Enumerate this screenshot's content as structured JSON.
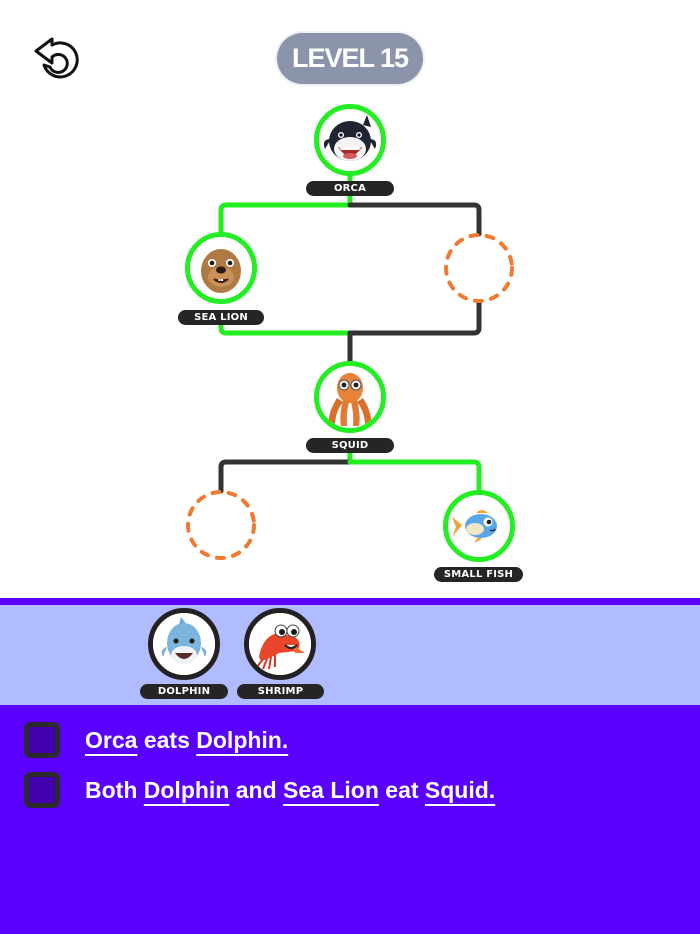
{
  "header": {
    "undo_icon": "undo-arrow-icon",
    "level_label": "LEVEL 15"
  },
  "colors": {
    "connected_line": "#22ee22",
    "unconnected_line": "#333333",
    "empty_slot_dash": "#f07a30",
    "tray_background": "#b0bcff",
    "clue_panel_background": "#5a00ff",
    "level_pill": "#8c94ab"
  },
  "tree": {
    "nodes": [
      {
        "id": "orca",
        "label": "ORCA",
        "state": "placed"
      },
      {
        "id": "sea_lion",
        "label": "SEA LION",
        "state": "placed"
      },
      {
        "id": "empty_top_right",
        "label": "",
        "state": "empty"
      },
      {
        "id": "squid",
        "label": "SQUID",
        "state": "placed"
      },
      {
        "id": "empty_bottom_left",
        "label": "",
        "state": "empty"
      },
      {
        "id": "small_fish",
        "label": "SMALL FISH",
        "state": "placed"
      }
    ]
  },
  "tray": {
    "items": [
      {
        "id": "dolphin",
        "label": "DOLPHIN"
      },
      {
        "id": "shrimp",
        "label": "SHRIMP"
      }
    ]
  },
  "clues": [
    {
      "checked": false,
      "parts": [
        {
          "text": "Orca",
          "underline": true
        },
        {
          "text": " eats ",
          "underline": false
        },
        {
          "text": "Dolphin.",
          "underline": true
        }
      ]
    },
    {
      "checked": false,
      "parts": [
        {
          "text": "Both ",
          "underline": false
        },
        {
          "text": "Dolphin",
          "underline": true
        },
        {
          "text": " and ",
          "underline": false
        },
        {
          "text": "Sea Lion",
          "underline": true
        },
        {
          "text": " eat ",
          "underline": false
        },
        {
          "text": "Squid.",
          "underline": true
        }
      ]
    }
  ]
}
